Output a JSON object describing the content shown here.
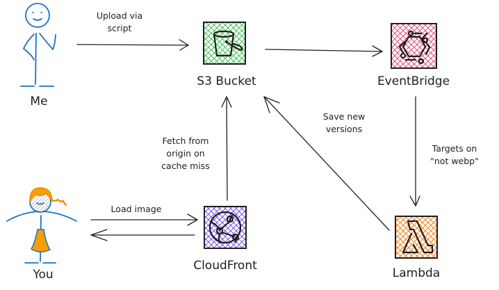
{
  "diagram": {
    "actors": {
      "me": {
        "label": "Me",
        "color": "#1971c2"
      },
      "you": {
        "label": "You",
        "color": "#1971c2",
        "hair_color": "#f08c00",
        "dress_color": "#f59f00"
      }
    },
    "services": {
      "s3": {
        "label": "S3 Bucket",
        "hatch_color": "#40c057",
        "icon": "bucket-icon"
      },
      "eventbridge": {
        "label": "EventBridge",
        "hatch_color": "#e64980",
        "icon": "eventbridge-hexagon-icon"
      },
      "cloudfront": {
        "label": "CloudFront",
        "hatch_color": "#7950f2",
        "icon": "globe-network-icon"
      },
      "lambda": {
        "label": "Lambda",
        "hatch_color": "#fd7e14",
        "icon": "lambda-icon"
      }
    },
    "edges": {
      "upload": {
        "line1": "Upload via",
        "line2": "script"
      },
      "fetch": {
        "line1": "Fetch from",
        "line2": "origin on",
        "line3": "cache miss"
      },
      "save": {
        "line1": "Save new",
        "line2": "versions"
      },
      "targets": {
        "line1": "Targets on",
        "line2": "\"not webp\""
      },
      "load": {
        "line1": "Load image"
      }
    }
  }
}
